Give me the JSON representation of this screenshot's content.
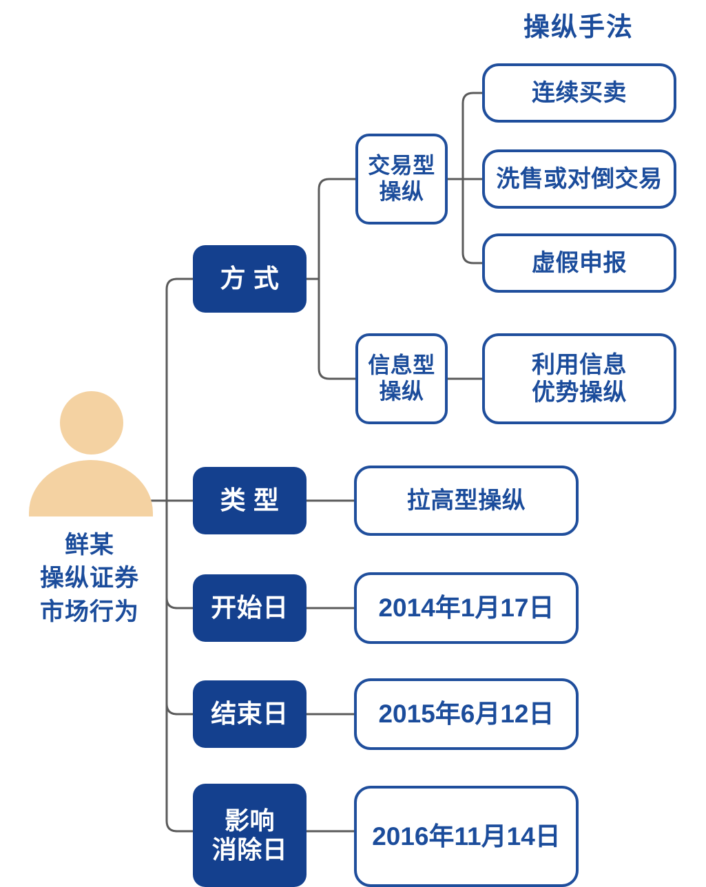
{
  "diagram": {
    "title": "操纵手法",
    "subject": {
      "icon": "person-avatar-icon",
      "label": "鲜某\n操纵证券\n市场行为"
    },
    "accent_colors": {
      "chip_fill": "#14408E",
      "card_border": "#1F4E9C",
      "text_blue": "#1B4C9B",
      "avatar_fill": "#F4D2A2",
      "connector_gray": "#5A5A5A"
    },
    "branches": [
      {
        "id": "method",
        "chip": "方 式",
        "children": [
          {
            "id": "trading-type",
            "label": "交易型\n操纵",
            "leaves": [
              {
                "id": "continuous-trading",
                "label": "连续买卖"
              },
              {
                "id": "wash-or-matched-trading",
                "label": "洗售或对倒交易"
              },
              {
                "id": "false-declaration",
                "label": "虚假申报"
              }
            ]
          },
          {
            "id": "information-type",
            "label": "信息型\n操纵",
            "leaves": [
              {
                "id": "information-advantage",
                "label": "利用信息\n优势操纵"
              }
            ]
          }
        ]
      },
      {
        "id": "type",
        "chip": "类 型",
        "value": "拉高型操纵"
      },
      {
        "id": "start-date",
        "chip": "开始日",
        "value": "2014年1月17日"
      },
      {
        "id": "end-date",
        "chip": "结束日",
        "value": "2015年6月12日"
      },
      {
        "id": "effect-removal-date",
        "chip": "影响\n消除日",
        "value": "2016年11月14日"
      }
    ]
  }
}
